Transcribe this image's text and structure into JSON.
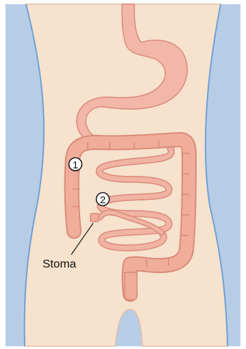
{
  "diagram": {
    "markers": [
      {
        "id": "marker-1",
        "text": "1"
      },
      {
        "id": "marker-2",
        "text": "2"
      }
    ],
    "stoma_label": "Stoma",
    "colors": {
      "background": "#b7cde6",
      "body": "#f6e2cd",
      "body_outline": "#e7bda8",
      "side_line": "#6f9fd4",
      "stomach": "#f2b7a8",
      "intestine_fill": "#f1b3a3",
      "intestine_outline": "#d9897a",
      "colon": "#f0ad9b",
      "colon_outline": "#d98a78"
    }
  }
}
